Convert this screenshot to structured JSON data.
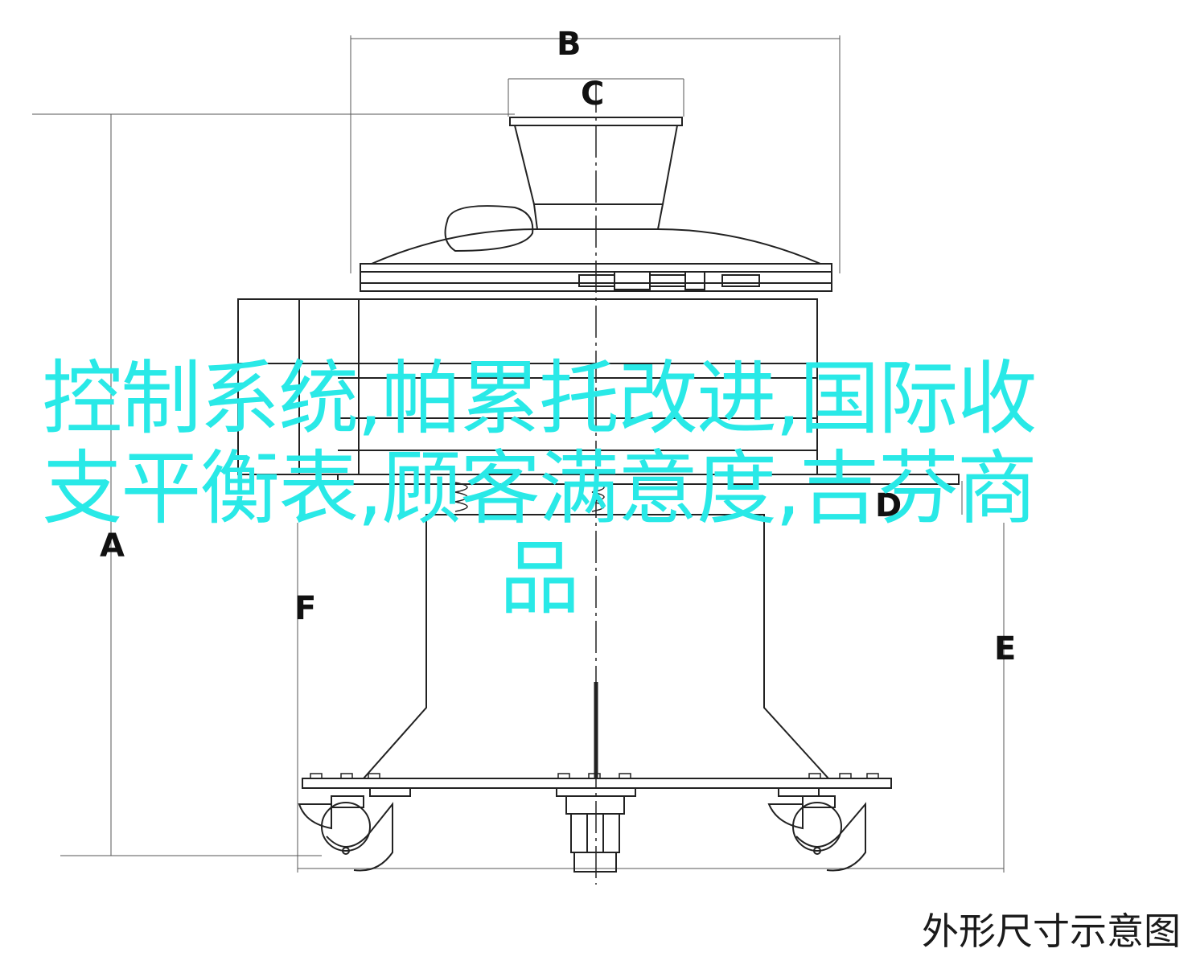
{
  "dimension_labels": {
    "a": "A",
    "b": "B",
    "c": "C",
    "d": "D",
    "e": "E",
    "f": "F"
  },
  "overlay_text": "控制系统,帕累托改进,国际收支平衡表,顾客满意度,吉芬商品",
  "caption": "外形尺寸示意图",
  "colors": {
    "line": "#222222",
    "overlay": "#29e9e7",
    "background": "#ffffff"
  }
}
